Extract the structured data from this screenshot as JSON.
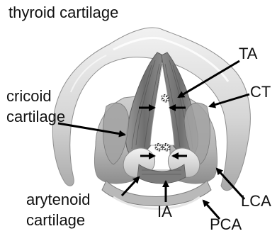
{
  "labels": {
    "thyroid": "thyroid cartilage",
    "ta": "TA",
    "ct": "CT",
    "cricoid_line1": "cricoid",
    "cricoid_line2": "cartilage",
    "arytenoid_line1": "arytenoid",
    "arytenoid_line2": "cartilage",
    "ia": "IA",
    "lca": "LCA",
    "pca": "PCA"
  },
  "markers": {
    "single": "*",
    "double": "**"
  },
  "colors": {
    "background": "#ffffff",
    "text": "#111111",
    "cartilage_light": "#e9e9e9",
    "cartilage_mid": "#c4c4c4",
    "cartilage_shadow": "#8c8c8c",
    "muscle_dark": "#6f6f6f",
    "muscle_light": "#a8a8a8",
    "arrow": "#000000"
  }
}
